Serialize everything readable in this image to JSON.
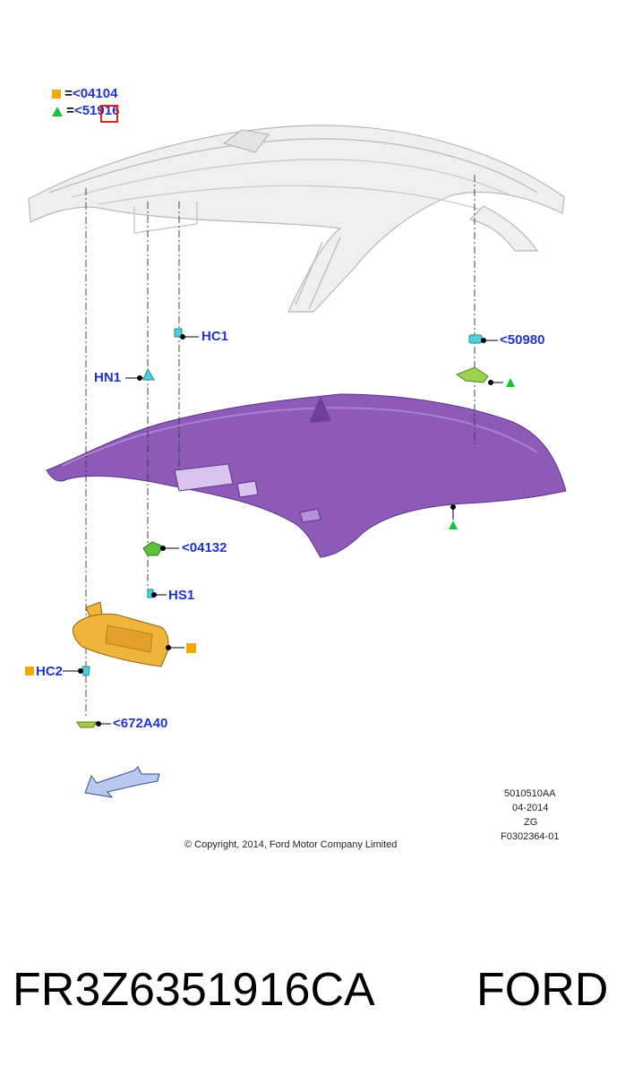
{
  "legend": [
    {
      "symbol": "square",
      "color": "#f5a800",
      "eq": "=",
      "code": "<04104"
    },
    {
      "symbol": "triangle",
      "color": "#16c23a",
      "eq": "=",
      "code": "<51916"
    }
  ],
  "callouts": {
    "hc1": "HC1",
    "hn1": "HN1",
    "c50980": "<50980",
    "c04132": "<04132",
    "hs1": "HS1",
    "hc2": "HC2",
    "c672a40": "<672A40"
  },
  "info": {
    "line1": "5010510AA",
    "line2": "04-2014",
    "line3": "ZG",
    "line4": "F0302364-01"
  },
  "copyright": "© Copyright, 2014, Ford Motor Company Limited",
  "caption": {
    "part": "FR3Z6351916CA",
    "brand": "FORD"
  },
  "colors": {
    "label": "#2233cc",
    "headliner": "#8e5ab8",
    "visor": "#f0b43a",
    "clip_green": "#7cc440",
    "clip_cyan": "#4fd0d8"
  }
}
